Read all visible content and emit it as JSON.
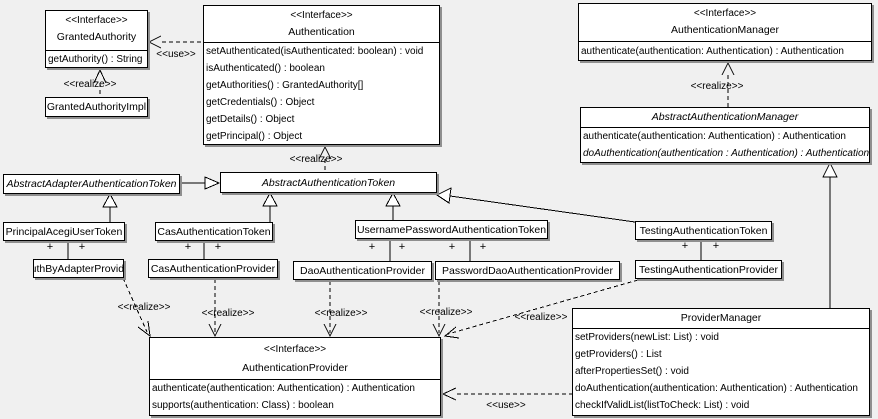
{
  "diagram": {
    "background": "#f0f0f0",
    "box_fill": "#ffffff",
    "stroke": "#000000",
    "shadow": "#8f8f8f"
  },
  "classes": {
    "granted_authority": {
      "stereotype": "<<Interface>>",
      "name": "GrantedAuthority",
      "methods": [
        "getAuthority() : String"
      ]
    },
    "granted_authority_impl": {
      "name": "GrantedAuthorityImpl"
    },
    "authentication": {
      "stereotype": "<<Interface>>",
      "name": "Authentication",
      "methods": [
        "setAuthenticated(isAuthenticated: boolean) : void",
        "isAuthenticated() : boolean",
        "getAuthorities() : GrantedAuthority[]",
        "getCredentials() : Object",
        "getDetails() : Object",
        "getPrincipal() : Object"
      ]
    },
    "authentication_manager": {
      "stereotype": "<<Interface>>",
      "name": "AuthenticationManager",
      "methods": [
        "authenticate(authentication: Authentication) : Authentication"
      ]
    },
    "abstract_authentication_manager": {
      "name": "AbstractAuthenticationManager",
      "methods": [
        "authenticate(authentication: Authentication) : Authentication",
        "doAuthentication(authentication : Authentication) : Authentication"
      ]
    },
    "abstract_adapter_authentication_token": {
      "name": "AbstractAdapterAuthenticationToken"
    },
    "abstract_authentication_token": {
      "name": "AbstractAuthenticationToken"
    },
    "principal_acegi_user_token": {
      "name": "PrincipalAcegiUserToken"
    },
    "cas_authentication_token": {
      "name": "CasAuthenticationToken"
    },
    "username_password_authentication_token": {
      "name": "UsernamePasswordAuthenticationToken"
    },
    "testing_authentication_token": {
      "name": "TestingAuthenticationToken"
    },
    "auth_by_adapter_provider": {
      "name": "AuthByAdapterProvider"
    },
    "cas_authentication_provider": {
      "name": "CasAuthenticationProvider"
    },
    "dao_authentication_provider": {
      "name": "DaoAuthenticationProvider"
    },
    "password_dao_authentication_provider": {
      "name": "PasswordDaoAuthenticationProvider"
    },
    "testing_authentication_provider": {
      "name": "TestingAuthenticationProvider"
    },
    "authentication_provider": {
      "stereotype": "<<Interface>>",
      "name": "AuthenticationProvider",
      "methods": [
        "authenticate(authentication: Authentication) : Authentication",
        "supports(authentication: Class) : boolean"
      ]
    },
    "provider_manager": {
      "name": "ProviderManager",
      "methods": [
        "setProviders(newList: List) : void",
        "getProviders() : List",
        "afterPropertiesSet() : void",
        "doAuthentication(authentication: Authentication) : Authentication",
        "checkIfValidList(listToCheck: List) : void"
      ]
    }
  },
  "edge_labels": {
    "use_authentication_granted_authority": "<<use>>",
    "realize_granted_authority_impl": "<<realize>>",
    "realize_abstract_authentication_token": "<<realize>>",
    "realize_abstract_authentication_manager": "<<realize>>",
    "realize_auth_by_adapter_provider": "<<realize>>",
    "realize_cas_authentication_provider": "<<realize>>",
    "realize_dao_authentication_provider": "<<realize>>",
    "realize_password_dao_authentication_provider": "<<realize>>",
    "realize_testing_authentication_provider": "<<realize>>",
    "use_provider_manager": "<<use>>",
    "plus": "+"
  }
}
